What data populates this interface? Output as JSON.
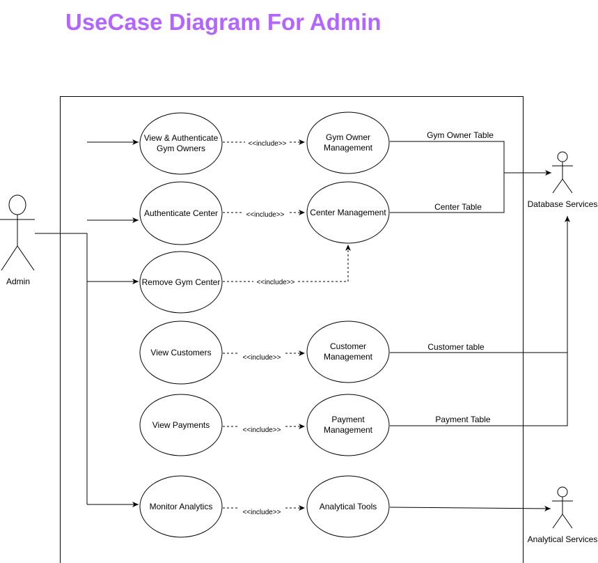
{
  "title": "UseCase Diagram For Admin",
  "colors": {
    "title": "#b366ff",
    "stroke": "#000000",
    "background": "#ffffff"
  },
  "actors": {
    "admin": {
      "label": "Admin"
    },
    "database": {
      "label": "Database Services"
    },
    "analytical": {
      "label": "Analytical Services"
    }
  },
  "use_cases": {
    "view_auth_owners": {
      "lines": [
        "View & Authenticate",
        "Gym Owners"
      ]
    },
    "authenticate_center": {
      "lines": [
        "Authenticate Center"
      ]
    },
    "remove_center": {
      "lines": [
        "Remove Gym Center"
      ]
    },
    "view_customers": {
      "lines": [
        "View Customers"
      ]
    },
    "view_payments": {
      "lines": [
        "View Payments"
      ]
    },
    "monitor_analytics": {
      "lines": [
        "Monitor Analytics"
      ]
    },
    "owner_mgmt": {
      "lines": [
        "Gym Owner",
        "Management"
      ]
    },
    "center_mgmt": {
      "lines": [
        "Center Management"
      ]
    },
    "customer_mgmt": {
      "lines": [
        "Customer",
        "Management"
      ]
    },
    "payment_mgmt": {
      "lines": [
        "Payment",
        "Management"
      ]
    },
    "analytical_tools": {
      "lines": [
        "Analytical Tools"
      ]
    }
  },
  "include_label": "<<include>>",
  "edge_labels": {
    "owner_table": "Gym Owner Table",
    "center_table": "Center Table",
    "customer_table": "Customer table",
    "payment_table": "Payment Table"
  }
}
